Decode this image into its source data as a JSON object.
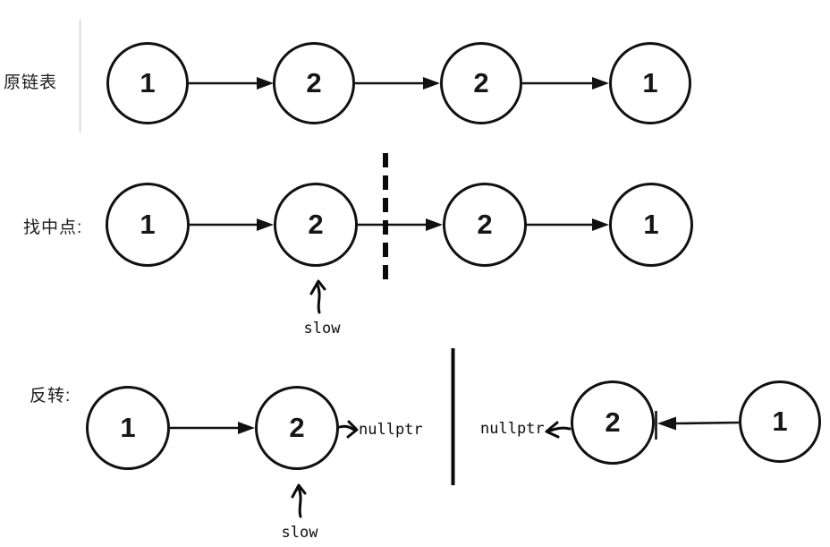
{
  "page": {
    "background": "#ffffff",
    "ink": "#111111",
    "guide_line_color": "#d4d4d4"
  },
  "rows": {
    "original": {
      "label": "原链表",
      "nodes": [
        "1",
        "2",
        "2",
        "1"
      ]
    },
    "find_middle": {
      "label": "找中点:",
      "nodes": [
        "1",
        "2",
        "2",
        "1"
      ],
      "pointer_label": "slow"
    },
    "reverse": {
      "label": "反转:",
      "left": {
        "nodes": [
          "1",
          "2"
        ],
        "null_label": "nullptr",
        "pointer_label": "slow"
      },
      "right": {
        "null_label": "nullptr",
        "nodes": [
          "2",
          "1"
        ]
      }
    }
  }
}
